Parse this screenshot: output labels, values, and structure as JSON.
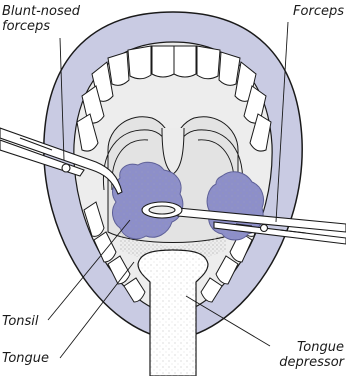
{
  "labels": {
    "blunt_nosed_forceps_line1": "Blunt-nosed",
    "blunt_nosed_forceps_line2": "forceps",
    "forceps": "Forceps",
    "tonsil": "Tonsil",
    "tongue": "Tongue",
    "tongue_depressor_line1": "Tongue",
    "tongue_depressor_line2": "depressor"
  },
  "colors": {
    "lips": "#c9cbe3",
    "mouth_interior": "#ececec",
    "throat_dark": "#e2e2e2",
    "tonsil_fill": "#8d8fc9",
    "tonsil_stroke": "#5d5f97",
    "outline": "#1a1a1a",
    "teeth": "#ffffff"
  }
}
